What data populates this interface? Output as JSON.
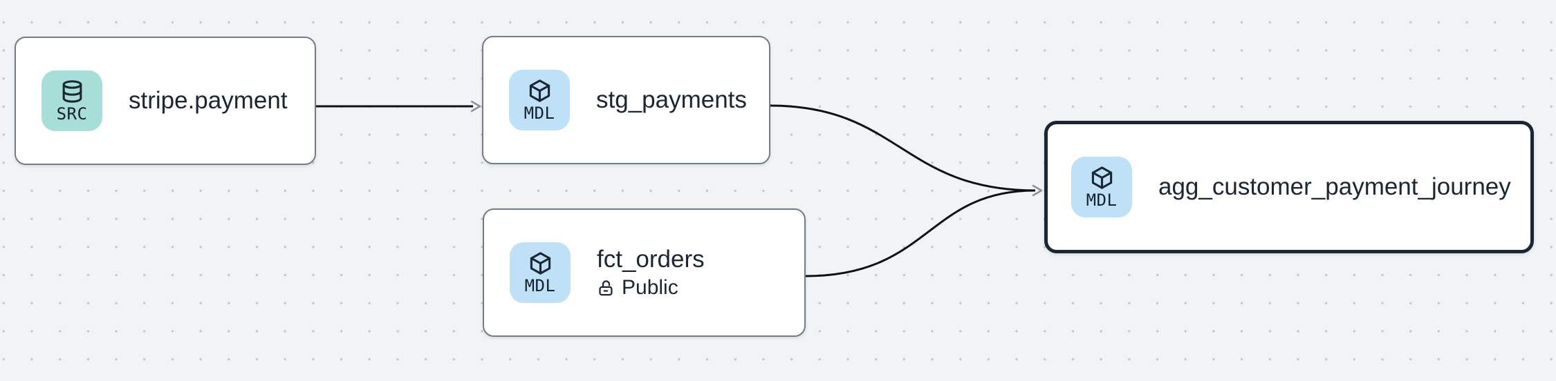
{
  "canvas": {
    "background_color": "#f2f3f5",
    "dot_color": "#c3c6ce"
  },
  "colors": {
    "node_fill": "#ffffff",
    "node_border": "#727b8a",
    "selected_node_border": "#1b2634",
    "text": "#1b2634",
    "badge_src_bg": "#a8ded8",
    "badge_mdl_bg": "#bee1f8",
    "edge_stroke": "#0d1117",
    "arrowhead_stroke": "#8b919e"
  },
  "nodes": [
    {
      "id": "stripe.payment",
      "label": "stripe.payment",
      "badge": {
        "label": "SRC",
        "icon": "database-icon",
        "bg": "#a8ded8"
      },
      "selected": false
    },
    {
      "id": "stg_payments",
      "label": "stg_payments",
      "badge": {
        "label": "MDL",
        "icon": "cube-icon",
        "bg": "#bee1f8"
      },
      "selected": false
    },
    {
      "id": "fct_orders",
      "label": "fct_orders",
      "badge": {
        "label": "MDL",
        "icon": "cube-icon",
        "bg": "#bee1f8"
      },
      "subtitle": {
        "label": "Public",
        "icon": "unlock-icon"
      },
      "selected": false
    },
    {
      "id": "agg_customer_payment_journey",
      "label": "agg_customer_payment_journey",
      "badge": {
        "label": "MDL",
        "icon": "cube-icon",
        "bg": "#bee1f8"
      },
      "selected": true
    }
  ],
  "edges": [
    {
      "from": "stripe.payment",
      "to": "stg_payments"
    },
    {
      "from": "stg_payments",
      "to": "agg_customer_payment_journey"
    },
    {
      "from": "fct_orders",
      "to": "agg_customer_payment_journey"
    }
  ]
}
